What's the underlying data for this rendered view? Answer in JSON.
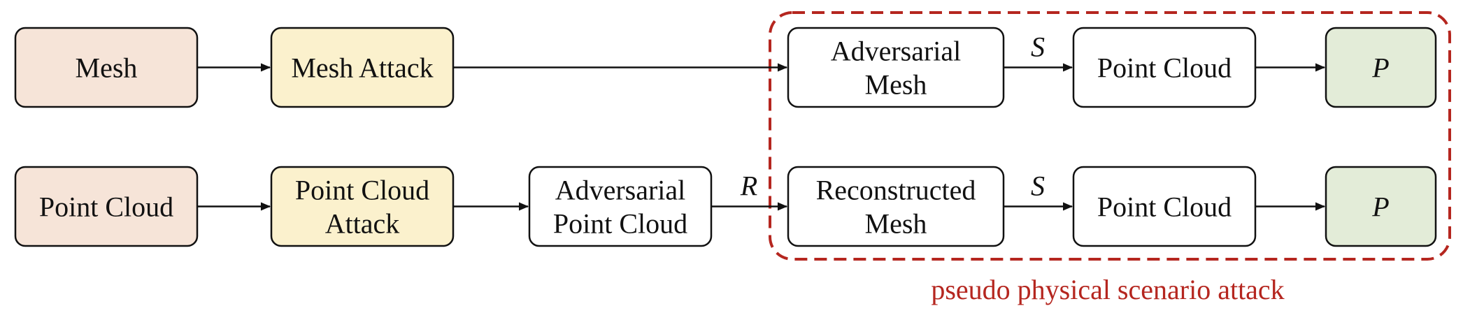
{
  "nodes": {
    "mesh": {
      "label": [
        "Mesh"
      ],
      "fill": "#f6e4d8"
    },
    "mesh_attack": {
      "label": [
        "Mesh Attack"
      ],
      "fill": "#fbf1cd"
    },
    "adv_mesh": {
      "label": [
        "Adversarial",
        "Mesh"
      ],
      "fill": "#ffffff"
    },
    "pc_top": {
      "label": [
        "Point Cloud"
      ],
      "fill": "#ffffff"
    },
    "p_top": {
      "label": [
        "P"
      ],
      "fill": "#e3ecd8",
      "italic": true
    },
    "point_cloud": {
      "label": [
        "Point Cloud"
      ],
      "fill": "#f6e4d8"
    },
    "pc_attack": {
      "label": [
        "Point Cloud",
        "Attack"
      ],
      "fill": "#fbf1cd"
    },
    "adv_pc": {
      "label": [
        "Adversarial",
        "Point Cloud"
      ],
      "fill": "#ffffff"
    },
    "recon_mesh": {
      "label": [
        "Reconstructed",
        "Mesh"
      ],
      "fill": "#ffffff"
    },
    "pc_bottom": {
      "label": [
        "Point Cloud"
      ],
      "fill": "#ffffff"
    },
    "p_bottom": {
      "label": [
        "P"
      ],
      "fill": "#e3ecd8",
      "italic": true
    }
  },
  "edges": [
    {
      "id": "mesh-to-mesh-attack",
      "from": "mesh",
      "to": "mesh_attack",
      "label": ""
    },
    {
      "id": "mesh-attack-to-adv-mesh",
      "from": "mesh_attack",
      "to": "adv_mesh",
      "label": ""
    },
    {
      "id": "adv-mesh-to-pc-top",
      "from": "adv_mesh",
      "to": "pc_top",
      "label": "S"
    },
    {
      "id": "pc-top-to-p-top",
      "from": "pc_top",
      "to": "p_top",
      "label": ""
    },
    {
      "id": "point-cloud-to-pc-attack",
      "from": "point_cloud",
      "to": "pc_attack",
      "label": ""
    },
    {
      "id": "pc-attack-to-adv-pc",
      "from": "pc_attack",
      "to": "adv_pc",
      "label": ""
    },
    {
      "id": "adv-pc-to-recon-mesh",
      "from": "adv_pc",
      "to": "recon_mesh",
      "label": "R"
    },
    {
      "id": "recon-mesh-to-pc-bottom",
      "from": "recon_mesh",
      "to": "pc_bottom",
      "label": "S"
    },
    {
      "id": "pc-bottom-to-p-bottom",
      "from": "pc_bottom",
      "to": "p_bottom",
      "label": ""
    }
  ],
  "region": {
    "label": "pseudo physical scenario attack",
    "color": "#b5261f"
  },
  "colors": {
    "stroke": "#111111",
    "text": "#111111"
  }
}
